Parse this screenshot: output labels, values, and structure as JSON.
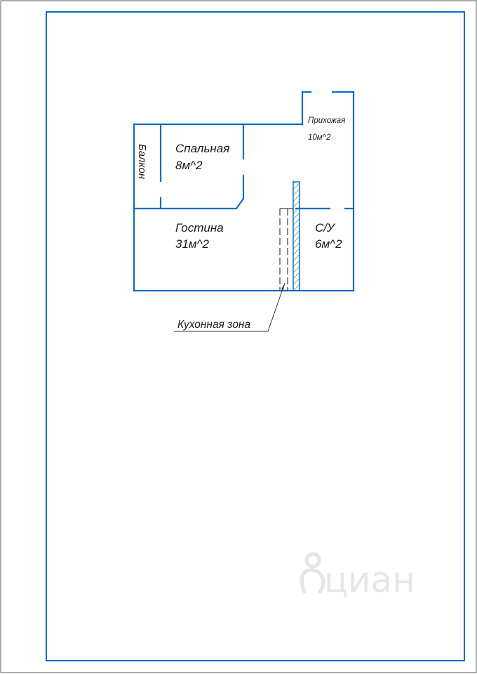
{
  "plan": {
    "rooms": [
      {
        "id": "hallway",
        "name": "Прихожая",
        "area": "10м^2"
      },
      {
        "id": "bedroom",
        "name": "Спальная",
        "area": "8м^2"
      },
      {
        "id": "living",
        "name": "Гостина",
        "area": "31м^2"
      },
      {
        "id": "bathroom",
        "name": "С/У",
        "area": "6м^2"
      }
    ],
    "balcony_label": "Балкон",
    "kitchen_callout": "Кухонная зона"
  },
  "watermark": {
    "text": "циан"
  },
  "colors": {
    "wall": "#0a6cc1",
    "frame": "#0a6cc1",
    "text": "#1a1a1a",
    "border": "#555555"
  }
}
